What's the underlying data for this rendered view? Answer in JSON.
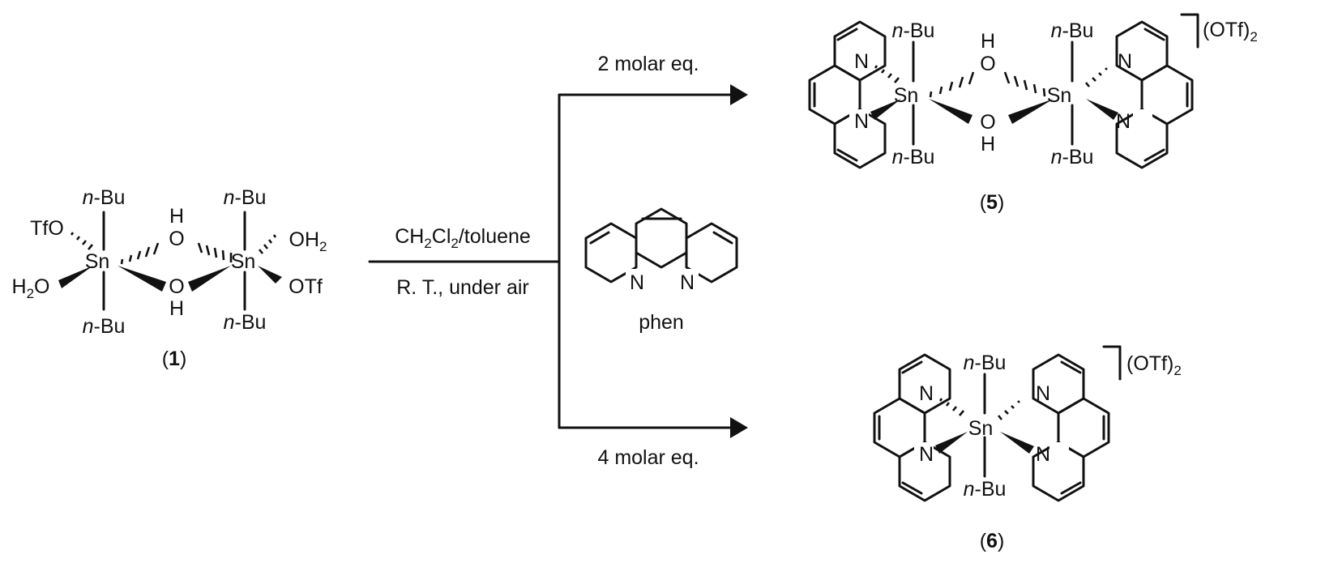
{
  "reactant": {
    "compound_number": "1",
    "left_tin": {
      "metal": "Sn",
      "top": "n-Bu",
      "bottom": "n-Bu",
      "upper_left": "TfO",
      "lower_left": "H2O"
    },
    "right_tin": {
      "metal": "Sn",
      "top": "n-Bu",
      "bottom": "n-Bu",
      "upper_right": "OH2",
      "lower_right": "OTf"
    },
    "bridge": [
      "OH",
      "OH"
    ]
  },
  "conditions": {
    "solvent": "CH2Cl2/toluene",
    "conditions_text": "R. T., under air",
    "reagent_name": "phen"
  },
  "upper_branch": {
    "equivalents": "2 molar eq.",
    "compound_number": "5",
    "counterion": "(OTf)2",
    "tin_left": "Sn",
    "tin_right": "Sn",
    "butyl": "n-Bu"
  },
  "lower_branch": {
    "equivalents": "4 molar eq.",
    "compound_number": "6",
    "counterion": "(OTf)2",
    "tin": "Sn",
    "butyl": "n-Bu"
  },
  "colors": {
    "ink": "#111111",
    "background": "#ffffff"
  }
}
